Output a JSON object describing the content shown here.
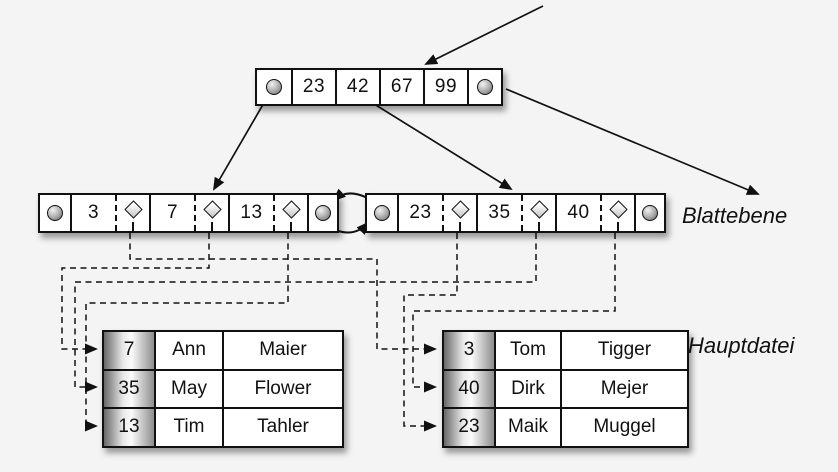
{
  "diagram": {
    "type": "b-plus-tree-index",
    "background_color": "#f4f4f4",
    "colors": {
      "line": "#111111",
      "node_fill": "#ffffff",
      "key_column_gradient": [
        "#686868",
        "#fbfbfb",
        "#8d8d8d"
      ]
    },
    "icons": {
      "pointer": "pointer-circle-icon",
      "record_pointer": "record-diamond-icon",
      "arrow": "black-filled-arrowhead"
    },
    "root_node": {
      "keys": [
        "23",
        "42",
        "67",
        "99"
      ]
    },
    "leaf_level": {
      "label": "Blattebene",
      "left_leaf": {
        "keys": [
          "3",
          "7",
          "13"
        ]
      },
      "right_leaf": {
        "keys": [
          "23",
          "35",
          "40"
        ]
      },
      "sibling_link": "double-curved-arrows-between-leaves"
    },
    "main_file": {
      "label": "Hauptdatei",
      "left_table": {
        "rows": [
          [
            "7",
            "Ann",
            "Maier"
          ],
          [
            "35",
            "May",
            "Flower"
          ],
          [
            "13",
            "Tim",
            "Tahler"
          ]
        ]
      },
      "right_table": {
        "rows": [
          [
            "3",
            "Tom",
            "Tigger"
          ],
          [
            "40",
            "Dirk",
            "Mejer"
          ],
          [
            "23",
            "Maik",
            "Muggel"
          ]
        ]
      }
    },
    "record_links": [
      {
        "key": "3",
        "table": "right",
        "row": 1
      },
      {
        "key": "7",
        "table": "left",
        "row": 1
      },
      {
        "key": "13",
        "table": "left",
        "row": 3
      },
      {
        "key": "23",
        "table": "right",
        "row": 3
      },
      {
        "key": "35",
        "table": "left",
        "row": 2
      },
      {
        "key": "40",
        "table": "right",
        "row": 2
      }
    ]
  }
}
